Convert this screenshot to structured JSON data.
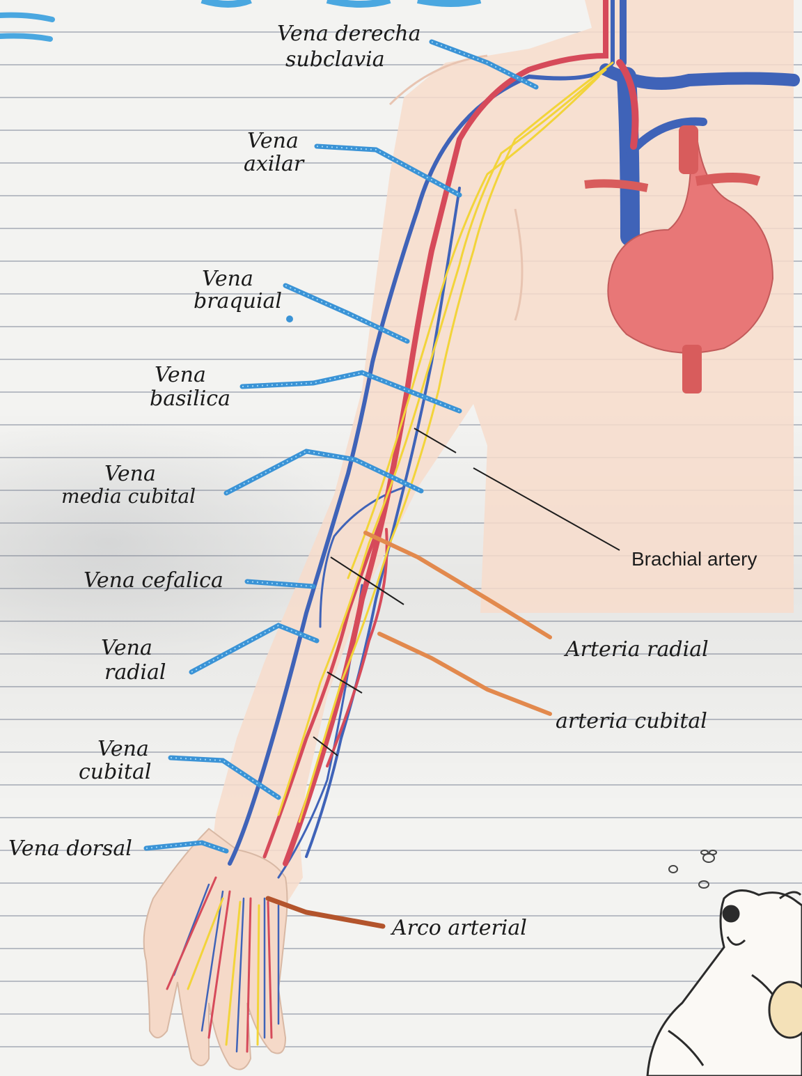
{
  "labels": {
    "vena_derecha_subclavia": [
      "Vena derecha",
      "subclavia"
    ],
    "vena_axilar": [
      "Vena",
      "axilar"
    ],
    "vena_braquial": [
      "Vena",
      "braquial"
    ],
    "vena_basilica": [
      "Vena",
      "basilica"
    ],
    "vena_media_cubital": [
      "Vena",
      "media cubital"
    ],
    "vena_cefalica": "Vena cefalica",
    "vena_radial": [
      "Vena",
      "radial"
    ],
    "vena_cubital": [
      "Vena",
      "cubital"
    ],
    "vena_dorsal": "Vena dorsal",
    "arco_arterial": "Arco arterial",
    "arteria_radial": "Arteria radial",
    "arteria_cubital": "arteria cubital",
    "brachial_artery": "Brachial artery"
  },
  "colors": {
    "vein": "#3f63b8",
    "artery": "#d64a5a",
    "nerve": "#f2d43a",
    "label_line_blue": "#3a93d6",
    "label_line_orange": "#e2894d",
    "heart": "#e87777",
    "skin": "#f7dccb"
  },
  "icons": {
    "bear": "winnie-the-pooh-sticker-icon",
    "bees": "bee-icon"
  }
}
